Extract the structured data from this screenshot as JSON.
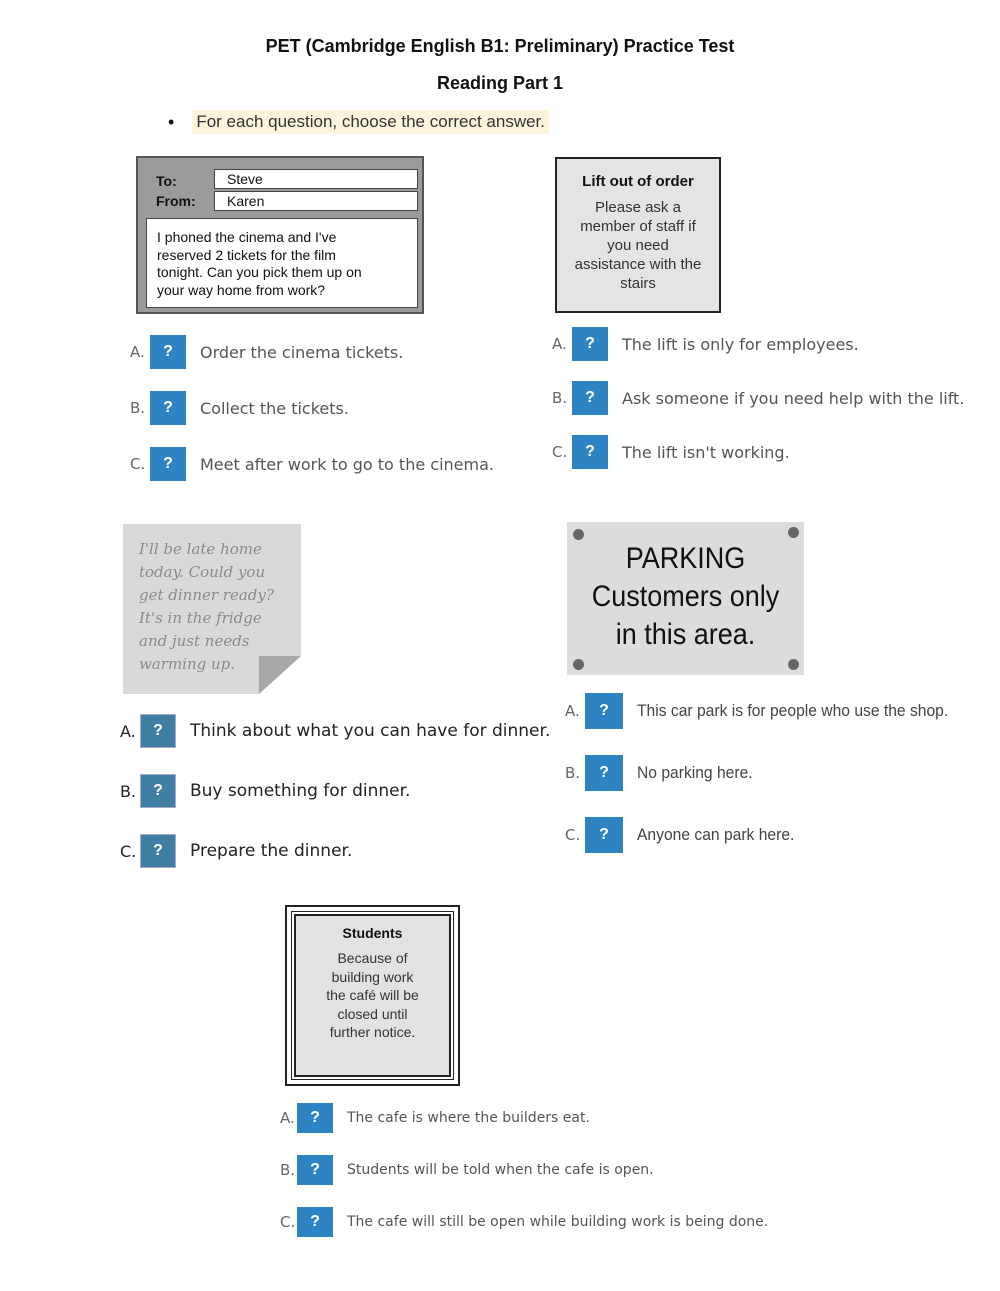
{
  "header": {
    "title": "PET (Cambridge English B1: Preliminary) Practice Test",
    "subtitle": "Reading Part 1",
    "instruction": "For each question, choose the correct answer."
  },
  "answer_button_label": "?",
  "q1": {
    "to_label": "To:",
    "to_value": "Steve",
    "from_label": "From:",
    "from_value": "Karen",
    "lines": [
      "I phoned the cinema and I've",
      "reserved 2 tickets for the film",
      "tonight. Can you pick them up on",
      "your way home from work?"
    ],
    "options": [
      {
        "letter": "A.",
        "text": "Order the cinema tickets."
      },
      {
        "letter": "B.",
        "text": "Collect the tickets."
      },
      {
        "letter": "C.",
        "text": "Meet after work to go to the cinema."
      }
    ]
  },
  "q2": {
    "heading": "Lift out of order",
    "lines": [
      "Please ask a",
      "member of staff if",
      "you need",
      "assistance with the",
      "stairs"
    ],
    "options": [
      {
        "letter": "A.",
        "text": "The lift is only for employees."
      },
      {
        "letter": "B.",
        "text": "Ask someone if you need help with the lift."
      },
      {
        "letter": "C.",
        "text": "The lift isn't working."
      }
    ]
  },
  "q3": {
    "lines": [
      "I'll be late home",
      "today. Could you",
      "get dinner ready?",
      "It's in the fridge",
      "and just needs",
      "warming up."
    ],
    "options": [
      {
        "letter": "A.",
        "text": "Think about what you can have for dinner."
      },
      {
        "letter": "B.",
        "text": "Buy something for dinner."
      },
      {
        "letter": "C.",
        "text": "Prepare the dinner."
      }
    ]
  },
  "q4": {
    "lines": [
      "PARKING",
      "Customers only",
      "in this area."
    ],
    "options": [
      {
        "letter": "A.",
        "text": "This car park is for people who use the shop."
      },
      {
        "letter": "B.",
        "text": "No parking here."
      },
      {
        "letter": "C.",
        "text": "Anyone can park here."
      }
    ]
  },
  "q5": {
    "heading": "Students",
    "lines": [
      "Because of",
      "building work",
      "the café will be",
      "closed until",
      "further notice."
    ],
    "options": [
      {
        "letter": "A.",
        "text": "The cafe is where the builders eat."
      },
      {
        "letter": "B.",
        "text": "Students will be told when the cafe is open."
      },
      {
        "letter": "C.",
        "text": "The cafe will still be open while building work is being done."
      }
    ]
  }
}
